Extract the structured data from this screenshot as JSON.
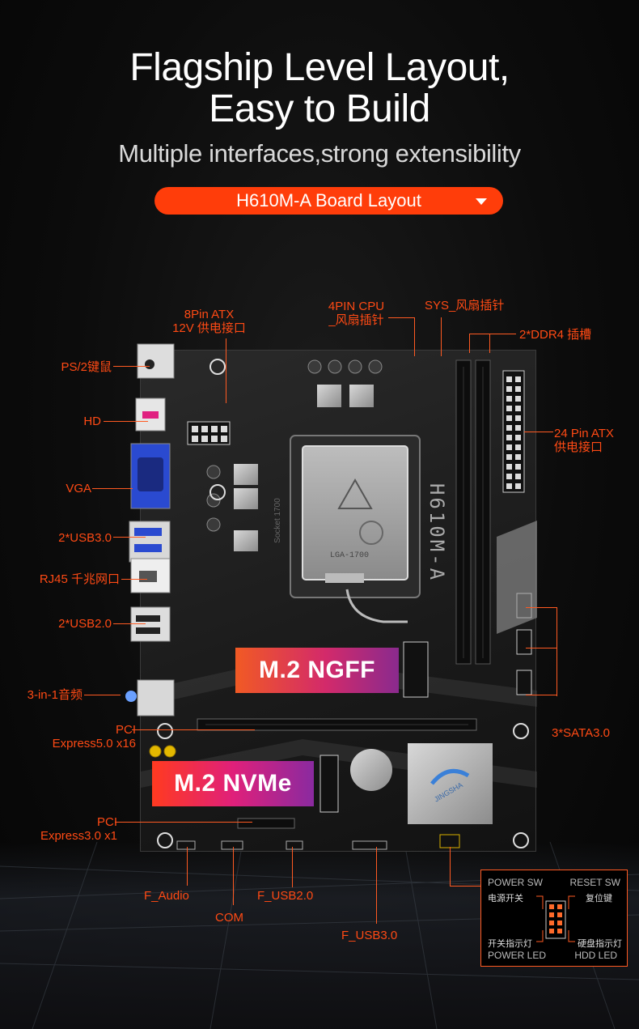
{
  "header": {
    "title_line1": "Flagship Level Layout,",
    "title_line2": "Easy to Build",
    "subtitle": "Multiple interfaces,strong extensibility"
  },
  "selector": {
    "label": "H610M-A Board Layout"
  },
  "board": {
    "socket_text": "LGA-1700",
    "socket_side": "Socket 1700",
    "model": "H610M-A",
    "brand": "JINGSHA"
  },
  "banners": {
    "ngff": "M.2 NGFF",
    "nvme": "M.2 NVMe"
  },
  "labels": {
    "atx8_l1": "8Pin ATX",
    "atx8_l2": "12V 供电接口",
    "cpu4_l1": "4PIN CPU",
    "cpu4_l2": "_风扇插针",
    "sys_fan": "SYS_风扇插针",
    "ddr4": "2*DDR4 插槽",
    "ps2": "PS/2键鼠",
    "hd": "HD",
    "atx24_l1": "24 Pin ATX",
    "atx24_l2": "供电接口",
    "vga": "VGA",
    "usb30": "2*USB3.0",
    "rj45": "RJ45 千兆网口",
    "usb20": "2*USB2.0",
    "audio": "3-in-1音频",
    "pci16_l1": "PCI",
    "pci16_l2": "Express5.0 x16",
    "sata": "3*SATA3.0",
    "pci1_l1": "PCI",
    "pci1_l2": "Express3.0 x1",
    "f_audio": "F_Audio",
    "com": "COM",
    "f_usb2": "F_USB2.0",
    "f_usb3": "F_USB3.0"
  },
  "panel": {
    "power_sw": "POWER SW",
    "power_sw_cn": "电源开关",
    "reset_sw": "RESET SW",
    "reset_sw_cn": "复位键",
    "power_led_cn": "开关指示灯",
    "power_led": "POWER LED",
    "hdd_led_cn": "硬盘指示灯",
    "hdd_led": "HDD  LED"
  },
  "colors": {
    "accent": "#ff3d0a",
    "label": "#ff4a14"
  }
}
